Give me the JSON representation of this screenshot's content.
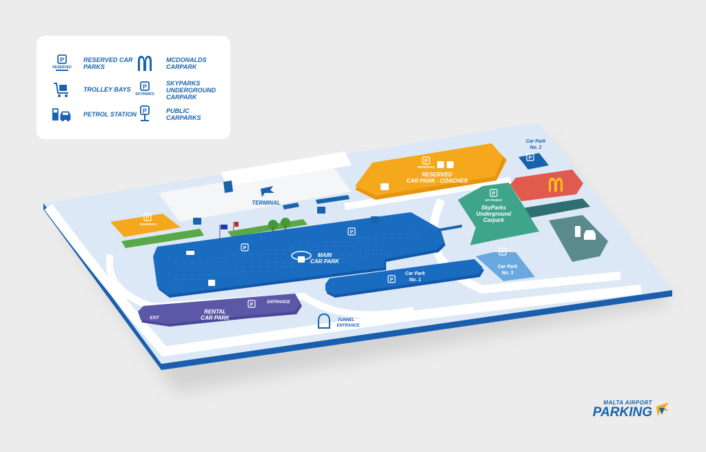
{
  "legend": {
    "items": [
      {
        "icon": "reserved-parking-icon",
        "label": "RESERVED CAR PARKS"
      },
      {
        "icon": "mcdonalds-icon",
        "label": "McDONALDS CARPARK"
      },
      {
        "icon": "trolley-icon",
        "label": "TROLLEY BAYS"
      },
      {
        "icon": "skyparks-icon",
        "label": "SKYPARKS UNDERGROUND CARPARK"
      },
      {
        "icon": "petrol-station-icon",
        "label": "PETROL STATION"
      },
      {
        "icon": "public-parking-icon",
        "label": "PUBLIC CARPARKS"
      }
    ],
    "reserved_sign": "RESERVED",
    "skyparks_sign": "SKYPARKS"
  },
  "map": {
    "terminal": "TERMINAL",
    "reserved_coaches": [
      "RESERVED",
      "CAR PARK - COACHES"
    ],
    "reserved_sign": "RESERVED",
    "reserved_left_sign": "RESERVED",
    "skyparks_sign": "SKYPARKS",
    "skyparks": [
      "SkyParks",
      "Underground",
      "Carpark"
    ],
    "car_park_2": [
      "Car Park",
      "No. 2"
    ],
    "car_park_3": [
      "Car Park",
      "No. 3"
    ],
    "car_park_1": [
      "Car Park",
      "No. 1"
    ],
    "main_car_park": [
      "MAIN",
      "CAR PARK"
    ],
    "rental_car_park": [
      "RENTAL",
      "CAR PARK"
    ],
    "entrance": "ENTRANCE",
    "exit": "EXIT",
    "tunnel_entrance": [
      "TUNNEL",
      "ENTRANCE"
    ]
  },
  "brand": {
    "top": "MALTA AIRPORT",
    "main": "PARKING"
  },
  "colors": {
    "blue": "#1763ad",
    "purple": "#5c58a8",
    "orange": "#f5a81c",
    "teal": "#3fa58a",
    "red": "#e05a4e",
    "slate": "#5a8a8c",
    "green": "#5aa847",
    "light_blue": "#6aa8e0"
  }
}
